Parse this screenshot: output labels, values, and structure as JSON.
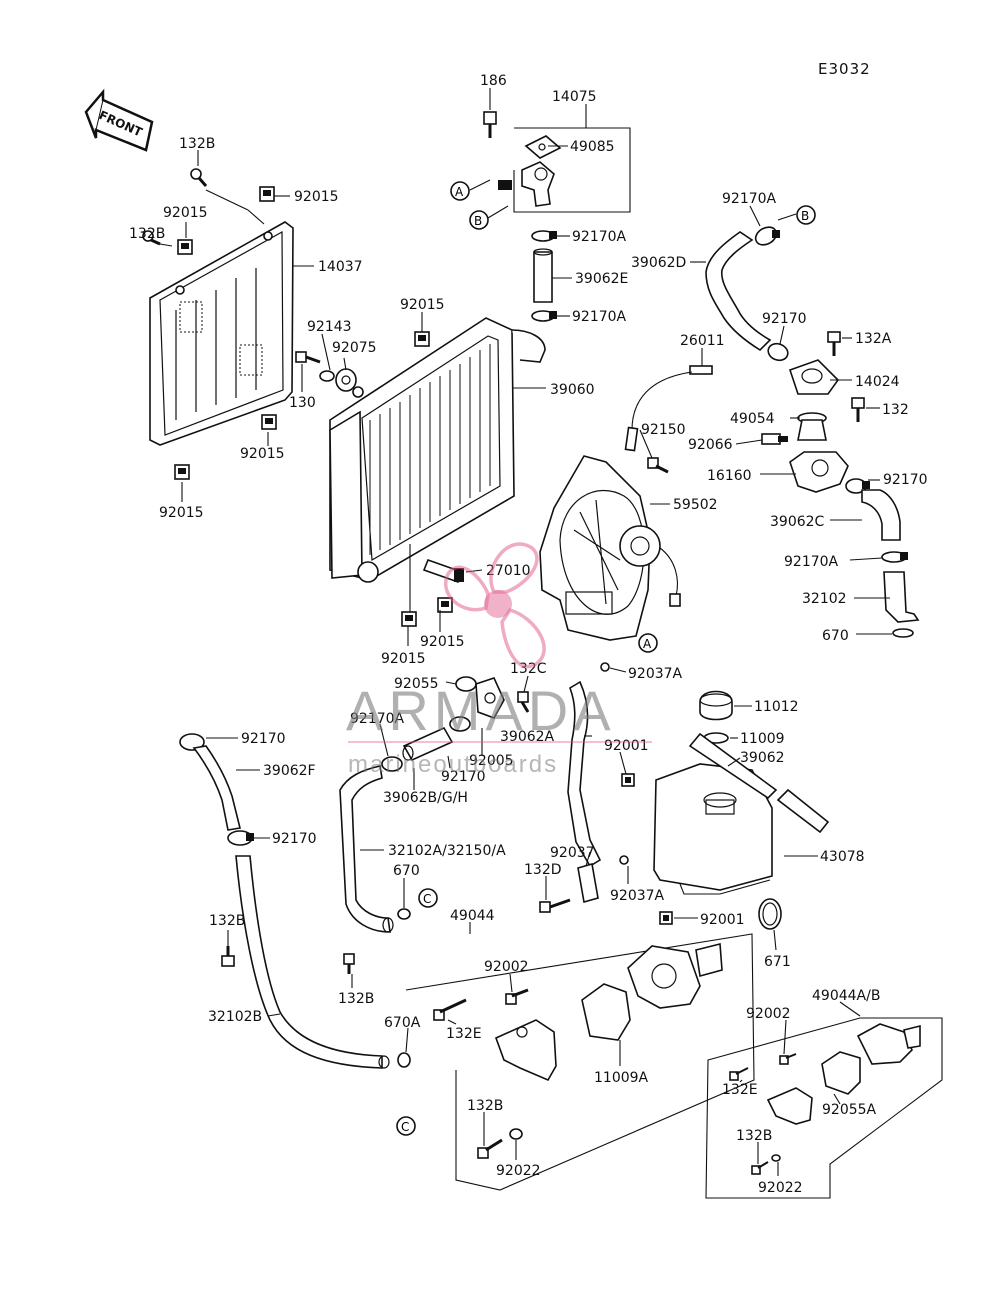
{
  "diagram_code": "E3032",
  "front_arrow_label": "FRONT",
  "watermark": {
    "brand": "ARMADA",
    "tagline": "marineoutboards",
    "propeller_color": "#e05a8a"
  },
  "callouts": {
    "a": "A",
    "b": "B",
    "c": "C"
  },
  "parts": {
    "p186": "186",
    "p14075": "14075",
    "p49085": "49085",
    "p132b_a": "132B",
    "p92015_a": "92015",
    "p92015_b": "92015",
    "p132b_b": "132B",
    "p14037": "14037",
    "p92170a_a": "92170A",
    "p39062e": "39062E",
    "p92170a_b": "92170A",
    "p92170a_c": "92170A",
    "p39062d": "39062D",
    "p92170_a": "92170",
    "p132a": "132A",
    "p92015_c": "92015",
    "p92143": "92143",
    "p92075": "92075",
    "p130": "130",
    "p39060": "39060",
    "p26011": "26011",
    "p14024": "14024",
    "p132": "132",
    "p49054": "49054",
    "p92150": "92150",
    "p92066": "92066",
    "p92015_d": "92015",
    "p92015_e": "92015",
    "p16160": "16160",
    "p92170_b": "92170",
    "p59502": "59502",
    "p39062c": "39062C",
    "p92170a_d": "92170A",
    "p27010": "27010",
    "p32102": "32102",
    "p92015_f": "92015",
    "p670_a": "670",
    "p92015_g": "92015",
    "p132c": "132C",
    "p92037a_a": "92037A",
    "p92055": "92055",
    "p11012": "11012",
    "p92170a_e": "92170A",
    "p39062a": "39062A",
    "p92001_a": "92001",
    "p11009": "11009",
    "p92170_c": "92170",
    "p92005": "92005",
    "p39062": "39062",
    "p39062f": "39062F",
    "p92170_d": "92170",
    "p39062bgh": "39062B/G/H",
    "p92170_e": "92170",
    "p32102a": "32102A/32150/A",
    "p92037": "92037",
    "p43078": "43078",
    "p670_b": "670",
    "p132d": "132D",
    "p92037a_b": "92037A",
    "p92001_b": "92001",
    "p49044": "49044",
    "p132b_c": "132B",
    "p671": "671",
    "p92002_a": "92002",
    "p49044ab": "49044A/B",
    "p132b_d": "132B",
    "p670a": "670A",
    "p132e_a": "132E",
    "p32102b": "32102B",
    "p11009a": "11009A",
    "p92002_b": "92002",
    "p132e_b": "132E",
    "p92055a": "92055A",
    "p132b_e": "132B",
    "p92022_a": "92022",
    "p132b_f": "132B",
    "p92022_b": "92022"
  }
}
